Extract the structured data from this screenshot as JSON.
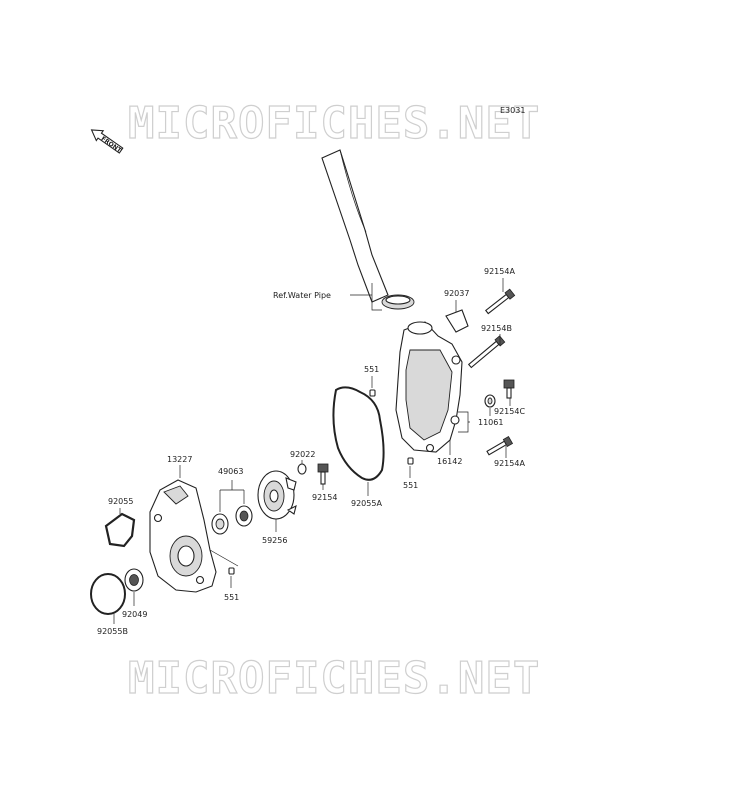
{
  "watermark": {
    "top": "MICROFICHES.NET",
    "bottom": "MICROFICHES.NET"
  },
  "diagram_code": "E3031",
  "front_label": "FRONT",
  "reference_label": "Ref.Water Pipe",
  "parts": {
    "p92154A_top": "92154A",
    "p92037": "92037",
    "p92154B": "92154B",
    "p551_a": "551",
    "p92154C": "92154C",
    "p11061": "11061",
    "p16142": "16142",
    "p551_b": "551",
    "p92154A_bottom": "92154A",
    "p92022": "92022",
    "p92154": "92154",
    "p92055A": "92055A",
    "p13227": "13227",
    "p49063": "49063",
    "p92055": "92055",
    "p59256": "59256",
    "p551_c": "551",
    "p92049": "92049",
    "p92055B": "92055B"
  }
}
